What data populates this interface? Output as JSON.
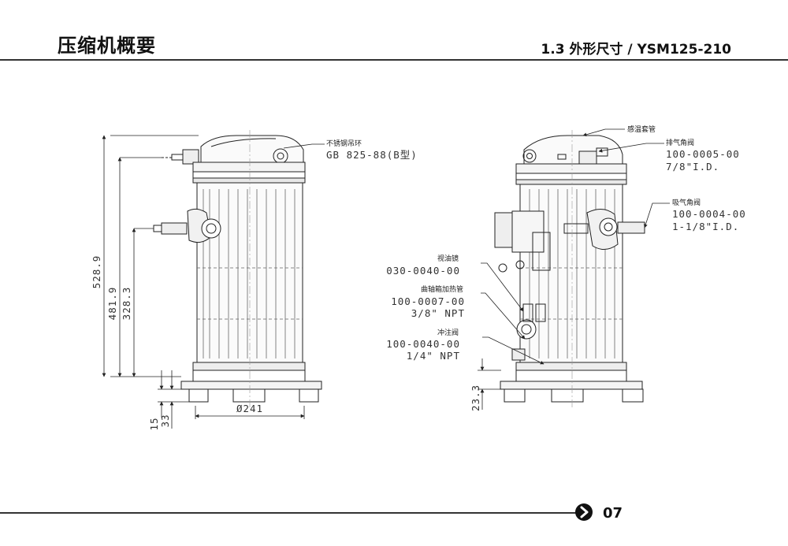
{
  "header": {
    "title": "压缩机概要",
    "section": "1.3 外形尺寸 / YSM125-210"
  },
  "footer": {
    "page_number": "07"
  },
  "left_view": {
    "dim_height_total": "528.9",
    "dim_height_mid": "481.9",
    "dim_height_low": "328.3",
    "dim_base_15": "15",
    "dim_base_33": "33",
    "dim_diameter": "Ø241",
    "lifting_ring_label": "不锈钢吊环",
    "lifting_ring_spec": "GB 825-88(B型)"
  },
  "right_view": {
    "sensor_sleeve_label": "感温套管",
    "discharge_label": "排气角阀",
    "discharge_part": "100-0005-00",
    "discharge_size": "7/8\"I.D.",
    "suction_label": "吸气角阀",
    "suction_part": "100-0004-00",
    "suction_size": "1-1/8\"I.D.",
    "sight_glass_label": "视油镜",
    "sight_glass_part": "030-0040-00",
    "heater_label": "曲轴箱加热管",
    "heater_part": "100-0007-00",
    "heater_size": "3/8\" NPT",
    "charge_valve_label": "冲注阀",
    "charge_valve_part": "100-0040-00",
    "charge_valve_size": "1/4\" NPT",
    "dim_base_height": "23.3"
  }
}
